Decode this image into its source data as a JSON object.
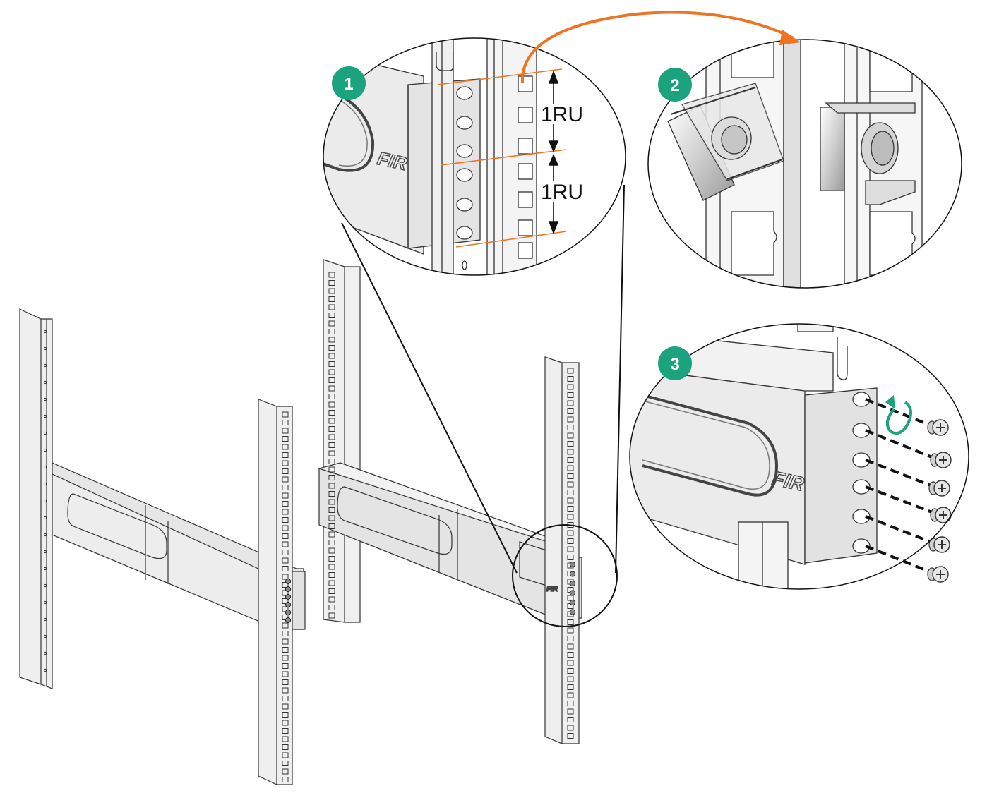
{
  "steps": [
    {
      "label": "1",
      "color": "#1aa37e"
    },
    {
      "label": "2",
      "color": "#1aa37e"
    },
    {
      "label": "3",
      "color": "#1aa37e"
    }
  ],
  "measurements": {
    "ru_upper": "1RU",
    "ru_lower": "1RU"
  },
  "logo": {
    "text": "FIR"
  },
  "colors": {
    "accent_arrow": "#f07321",
    "guide_lines": "#f07321",
    "rotation_arrow": "#1aa37e",
    "metal_fill": "#ececec",
    "metal_shade": "#d6d6d6",
    "outline": "#333333"
  },
  "icons": {
    "transfer_arrow": "curved-arrow-icon",
    "rotation": "rotate-clockwise-icon",
    "screw": "phillips-screw-icon"
  }
}
